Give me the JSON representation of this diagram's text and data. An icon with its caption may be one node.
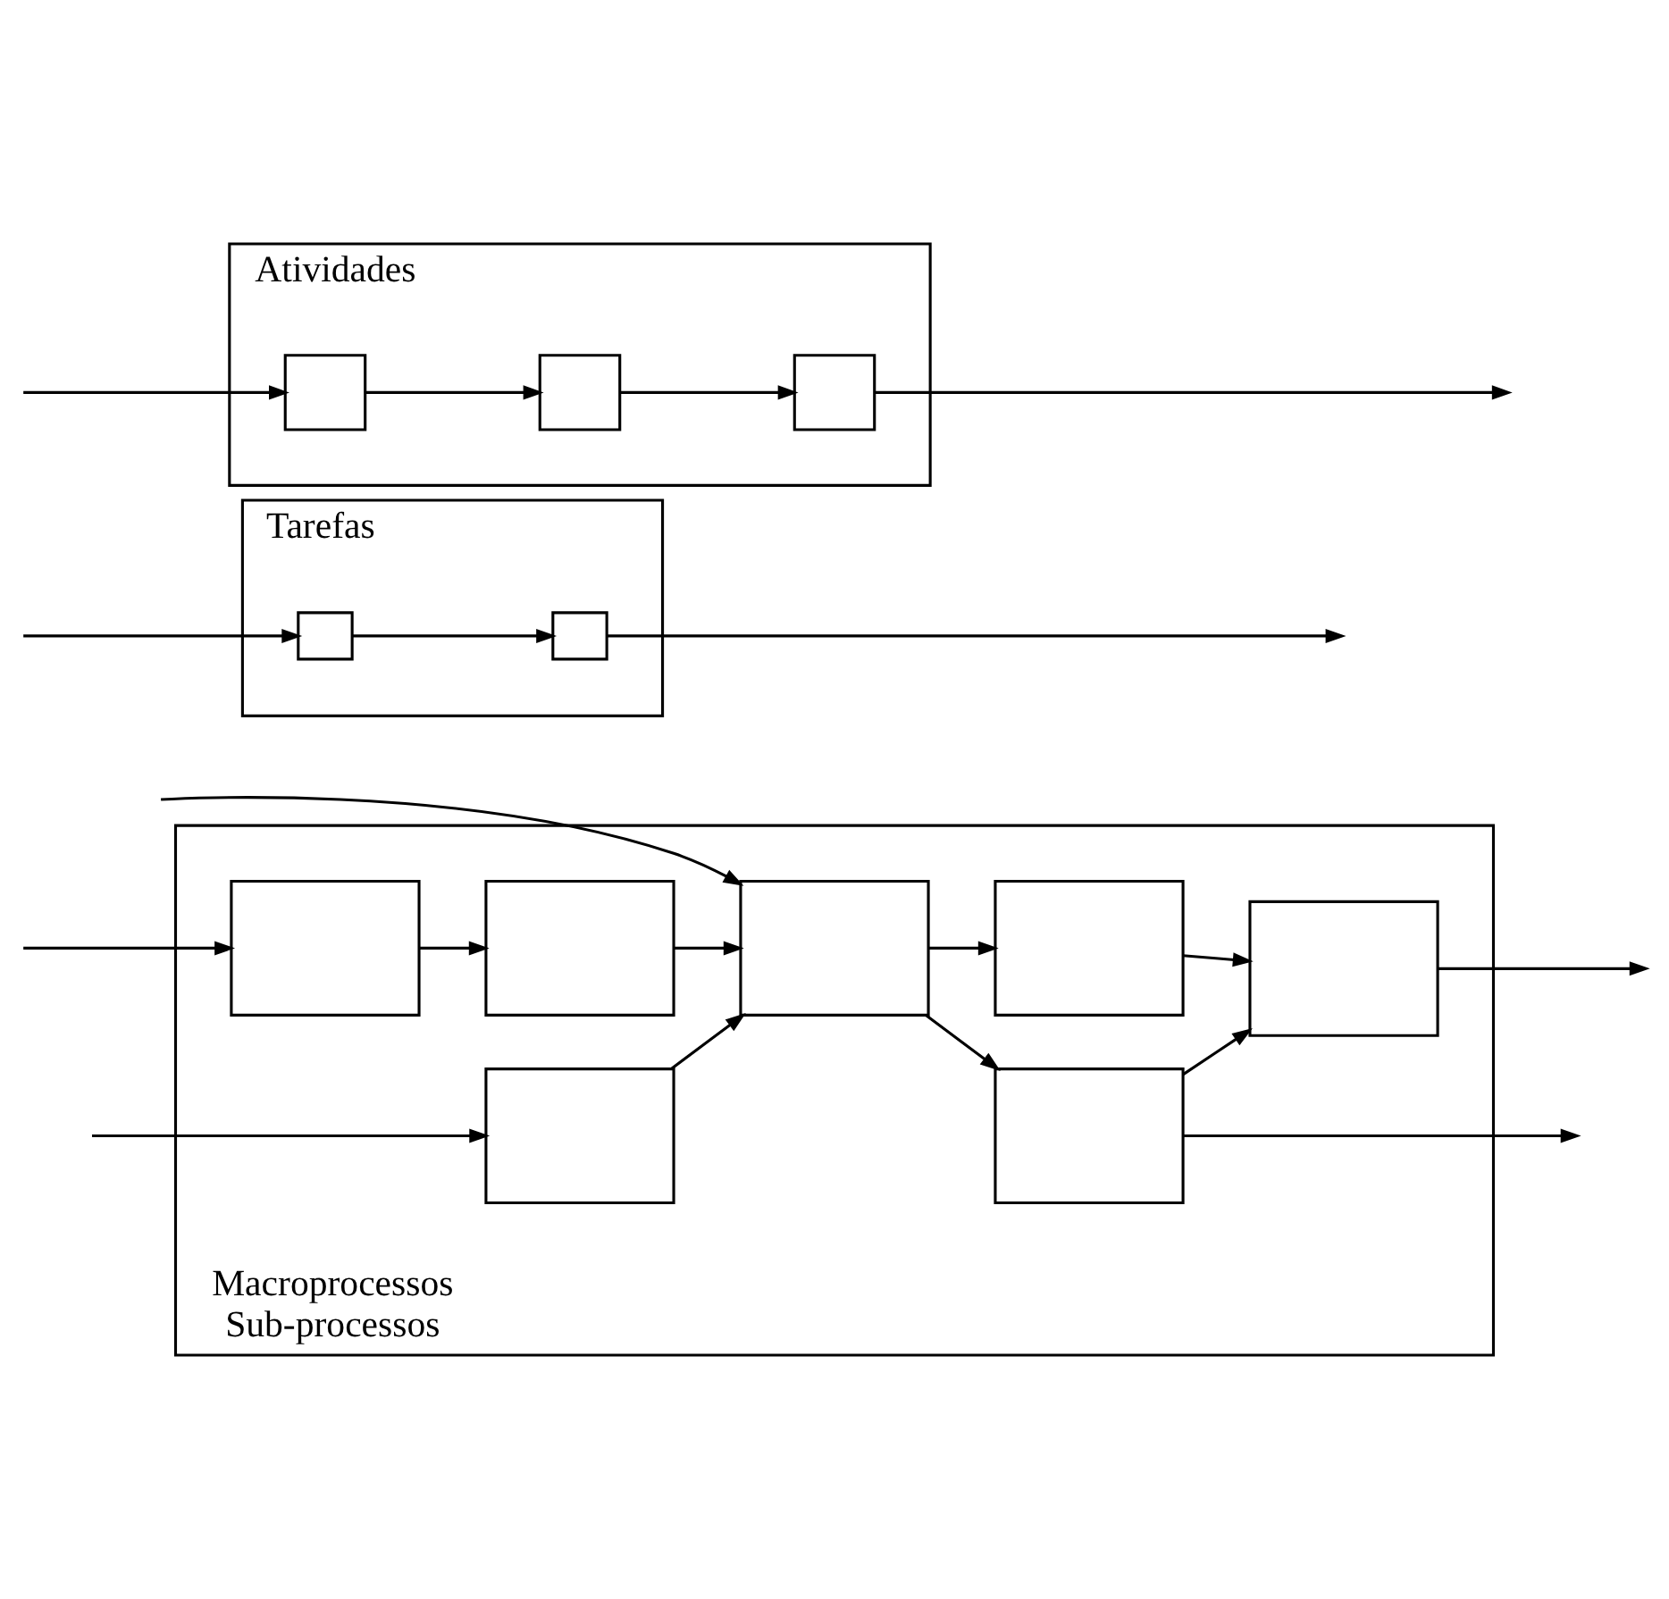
{
  "diagram": {
    "nodes": [
      {
        "text": [
          "Macroprocessos",
          "Sub-processos"
        ]
      },
      {
        "text": [],
        "shape": "box",
        "in": 0
      },
      {
        "text": [],
        "shape": "box",
        "in": 0
      },
      {
        "text": [],
        "shape": "box",
        "in": 0
      },
      {
        "text": [],
        "shape": "box",
        "in": 0
      },
      {
        "text": [],
        "shape": "box",
        "in": 0
      },
      {
        "text": [],
        "shape": "box",
        "in": 0
      },
      {
        "text": [],
        "shape": "box",
        "in": 0
      },
      {
        "text": [
          "Atividades"
        ]
      },
      {
        "text": [],
        "shape": "box",
        "in": 8
      },
      {
        "text": [],
        "shape": "box",
        "in": 8
      },
      {
        "text": [],
        "shape": "box",
        "in": 8
      },
      {
        "text": [
          "Tarefas"
        ]
      },
      {
        "text": [],
        "shape": "box",
        "in": 12
      },
      {
        "text": [],
        "shape": "box",
        "in": 12
      }
    ],
    "edges": [
      {
        "from": null,
        "to": 2,
        "arrow": "to"
      },
      {
        "from": null,
        "to": 1,
        "arrow": "to"
      },
      {
        "from": null,
        "to": 4,
        "arrow": "to"
      },
      {
        "from": 1,
        "to": 2,
        "arrow": "to"
      },
      {
        "from": 5,
        "to": 2,
        "arrow": "to"
      },
      {
        "from": 4,
        "to": 5,
        "arrow": "to"
      },
      {
        "from": 2,
        "to": 3,
        "arrow": "to"
      },
      {
        "from": 2,
        "to": 6,
        "arrow": "to"
      },
      {
        "from": 3,
        "to": null,
        "arrow": "to"
      },
      {
        "from": 3,
        "to": 7,
        "arrow": "to"
      },
      {
        "from": 6,
        "to": 7,
        "arrow": "to"
      },
      {
        "from": 7,
        "to": null,
        "arrow": "to"
      },
      {
        "from": null,
        "to": 9,
        "arrow": "to"
      },
      {
        "from": 9,
        "to": 10,
        "arrow": "to"
      },
      {
        "from": 10,
        "to": 11,
        "arrow": "to"
      },
      {
        "from": 11,
        "to": null,
        "arrow": "to"
      },
      {
        "from": null,
        "to": 13,
        "arrow": "to"
      },
      {
        "from": 13,
        "to": 14,
        "arrow": "to"
      },
      {
        "from": 14,
        "to": null,
        "arrow": "to"
      }
    ]
  }
}
